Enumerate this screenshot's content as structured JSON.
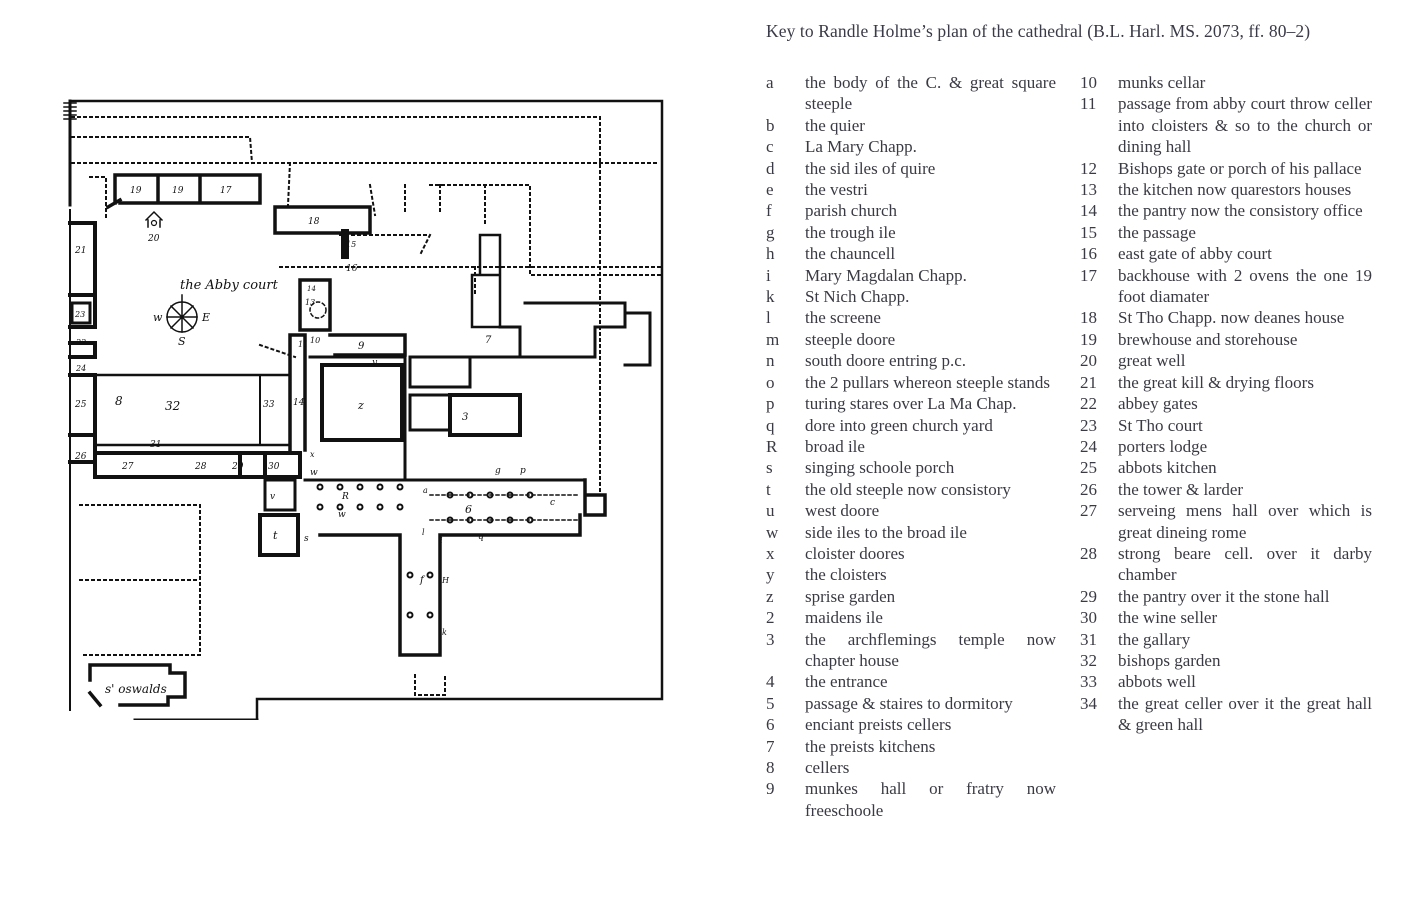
{
  "plan": {
    "labels": {
      "abbey_court": "the Abby court",
      "compass_w": "w",
      "compass_e": "E",
      "compass_s": "S",
      "st_oswalds": "s' oswalds",
      "n19a": "19",
      "n19b": "19",
      "n17": "17",
      "n18": "18",
      "n20": "20",
      "n21": "21",
      "n22": "22",
      "n23": "23",
      "n24": "24",
      "n25": "25",
      "n26": "26",
      "n27": "27",
      "n28": "28",
      "n29": "29",
      "n30": "30",
      "n31": "31",
      "n32": "32",
      "n33": "33",
      "n34": "14",
      "n13": "13",
      "n14": "14",
      "n15": "15",
      "n16": "16",
      "n10": "10",
      "n11": "11",
      "n9": "9",
      "n7": "7",
      "n3": "3",
      "n6": "6",
      "nz": "z",
      "ny": "y",
      "nR": "R",
      "nt": "t",
      "ns": "s",
      "nv": "v",
      "nf": "f",
      "nH": "H",
      "nk": "k",
      "nc": "c",
      "nq": "q",
      "np": "p",
      "ni": "i",
      "nl": "l",
      "ng": "g",
      "nw1": "w",
      "nw2": "w",
      "nx": "x",
      "na": "a",
      "n8": "8"
    }
  },
  "key": {
    "title": "Key to Randle Holme’s plan of the cathedral (B.L. Harl. MS. 2073, ff. 80–2)",
    "left_column": [
      {
        "k": "a",
        "d": "the body of the C. & great square steeple"
      },
      {
        "k": "b",
        "d": "the quier"
      },
      {
        "k": "c",
        "d": "La Mary Chapp."
      },
      {
        "k": "d",
        "d": "the sid iles of quire"
      },
      {
        "k": "e",
        "d": "the vestri"
      },
      {
        "k": "f",
        "d": "parish church"
      },
      {
        "k": "g",
        "d": "the trough ile"
      },
      {
        "k": "h",
        "d": "the chauncell"
      },
      {
        "k": "i",
        "d": "Mary Magdalan Chapp."
      },
      {
        "k": "k",
        "d": "St Nich Chapp."
      },
      {
        "k": "l",
        "d": "the screene"
      },
      {
        "k": "m",
        "d": "steeple doore"
      },
      {
        "k": "n",
        "d": "south doore entring p.c."
      },
      {
        "k": "o",
        "d": "the 2 pullars whereon steeple stands"
      },
      {
        "k": "p",
        "d": "turing stares over La Ma Chap."
      },
      {
        "k": "q",
        "d": "dore into green church yard"
      },
      {
        "k": "R",
        "d": "broad ile"
      },
      {
        "k": "s",
        "d": "singing schoole porch"
      },
      {
        "k": "t",
        "d": "the old steeple now consistory"
      },
      {
        "k": "u",
        "d": "west doore"
      },
      {
        "k": "w",
        "d": "side iles to the broad ile"
      },
      {
        "k": "x",
        "d": "cloister doores"
      },
      {
        "k": "y",
        "d": "the cloisters"
      },
      {
        "k": "z",
        "d": "sprise garden"
      },
      {
        "k": "2",
        "d": "maidens ile"
      },
      {
        "k": "3",
        "d": "the archflemings temple now chapter house"
      },
      {
        "k": "4",
        "d": "the entrance"
      },
      {
        "k": "5",
        "d": "passage & staires to dormitory"
      },
      {
        "k": "6",
        "d": "enciant preists cellers"
      },
      {
        "k": "7",
        "d": "the preists kitchens"
      },
      {
        "k": "8",
        "d": "cellers"
      },
      {
        "k": "9",
        "d": "munkes hall or fratry now freeschoole"
      }
    ],
    "right_column": [
      {
        "k": "10",
        "d": "munks cellar"
      },
      {
        "k": "11",
        "d": "passage from abby court throw celler into cloisters & so to the church or dining hall"
      },
      {
        "k": "12",
        "d": "Bishops gate or porch of his pallace"
      },
      {
        "k": "13",
        "d": "the kitchen now quarestors houses"
      },
      {
        "k": "14",
        "d": "the pantry now the consistory office"
      },
      {
        "k": "15",
        "d": "the passage"
      },
      {
        "k": "16",
        "d": "east gate of abby court"
      },
      {
        "k": "17",
        "d": "backhouse with 2 ovens the one 19 foot diamater"
      },
      {
        "k": "18",
        "d": "St Tho Chapp. now deanes house"
      },
      {
        "k": "19",
        "d": "brewhouse and storehouse"
      },
      {
        "k": "20",
        "d": "great well"
      },
      {
        "k": "21",
        "d": "the great kill & drying floors"
      },
      {
        "k": "22",
        "d": "abbey gates"
      },
      {
        "k": "23",
        "d": "St Tho court"
      },
      {
        "k": "24",
        "d": "porters lodge"
      },
      {
        "k": "25",
        "d": "abbots kitchen"
      },
      {
        "k": "26",
        "d": "the tower & larder"
      },
      {
        "k": "27",
        "d": "serveing mens hall over which is great dineing rome"
      },
      {
        "k": "28",
        "d": "strong beare cell. over it darby chamber"
      },
      {
        "k": "29",
        "d": "the pantry over it the stone hall"
      },
      {
        "k": "30",
        "d": "the wine seller"
      },
      {
        "k": "31",
        "d": "the gallary"
      },
      {
        "k": "32",
        "d": "bishops garden"
      },
      {
        "k": "33",
        "d": "abbots well"
      },
      {
        "k": "34",
        "d": "the great celler over it the great hall & green hall"
      }
    ]
  }
}
